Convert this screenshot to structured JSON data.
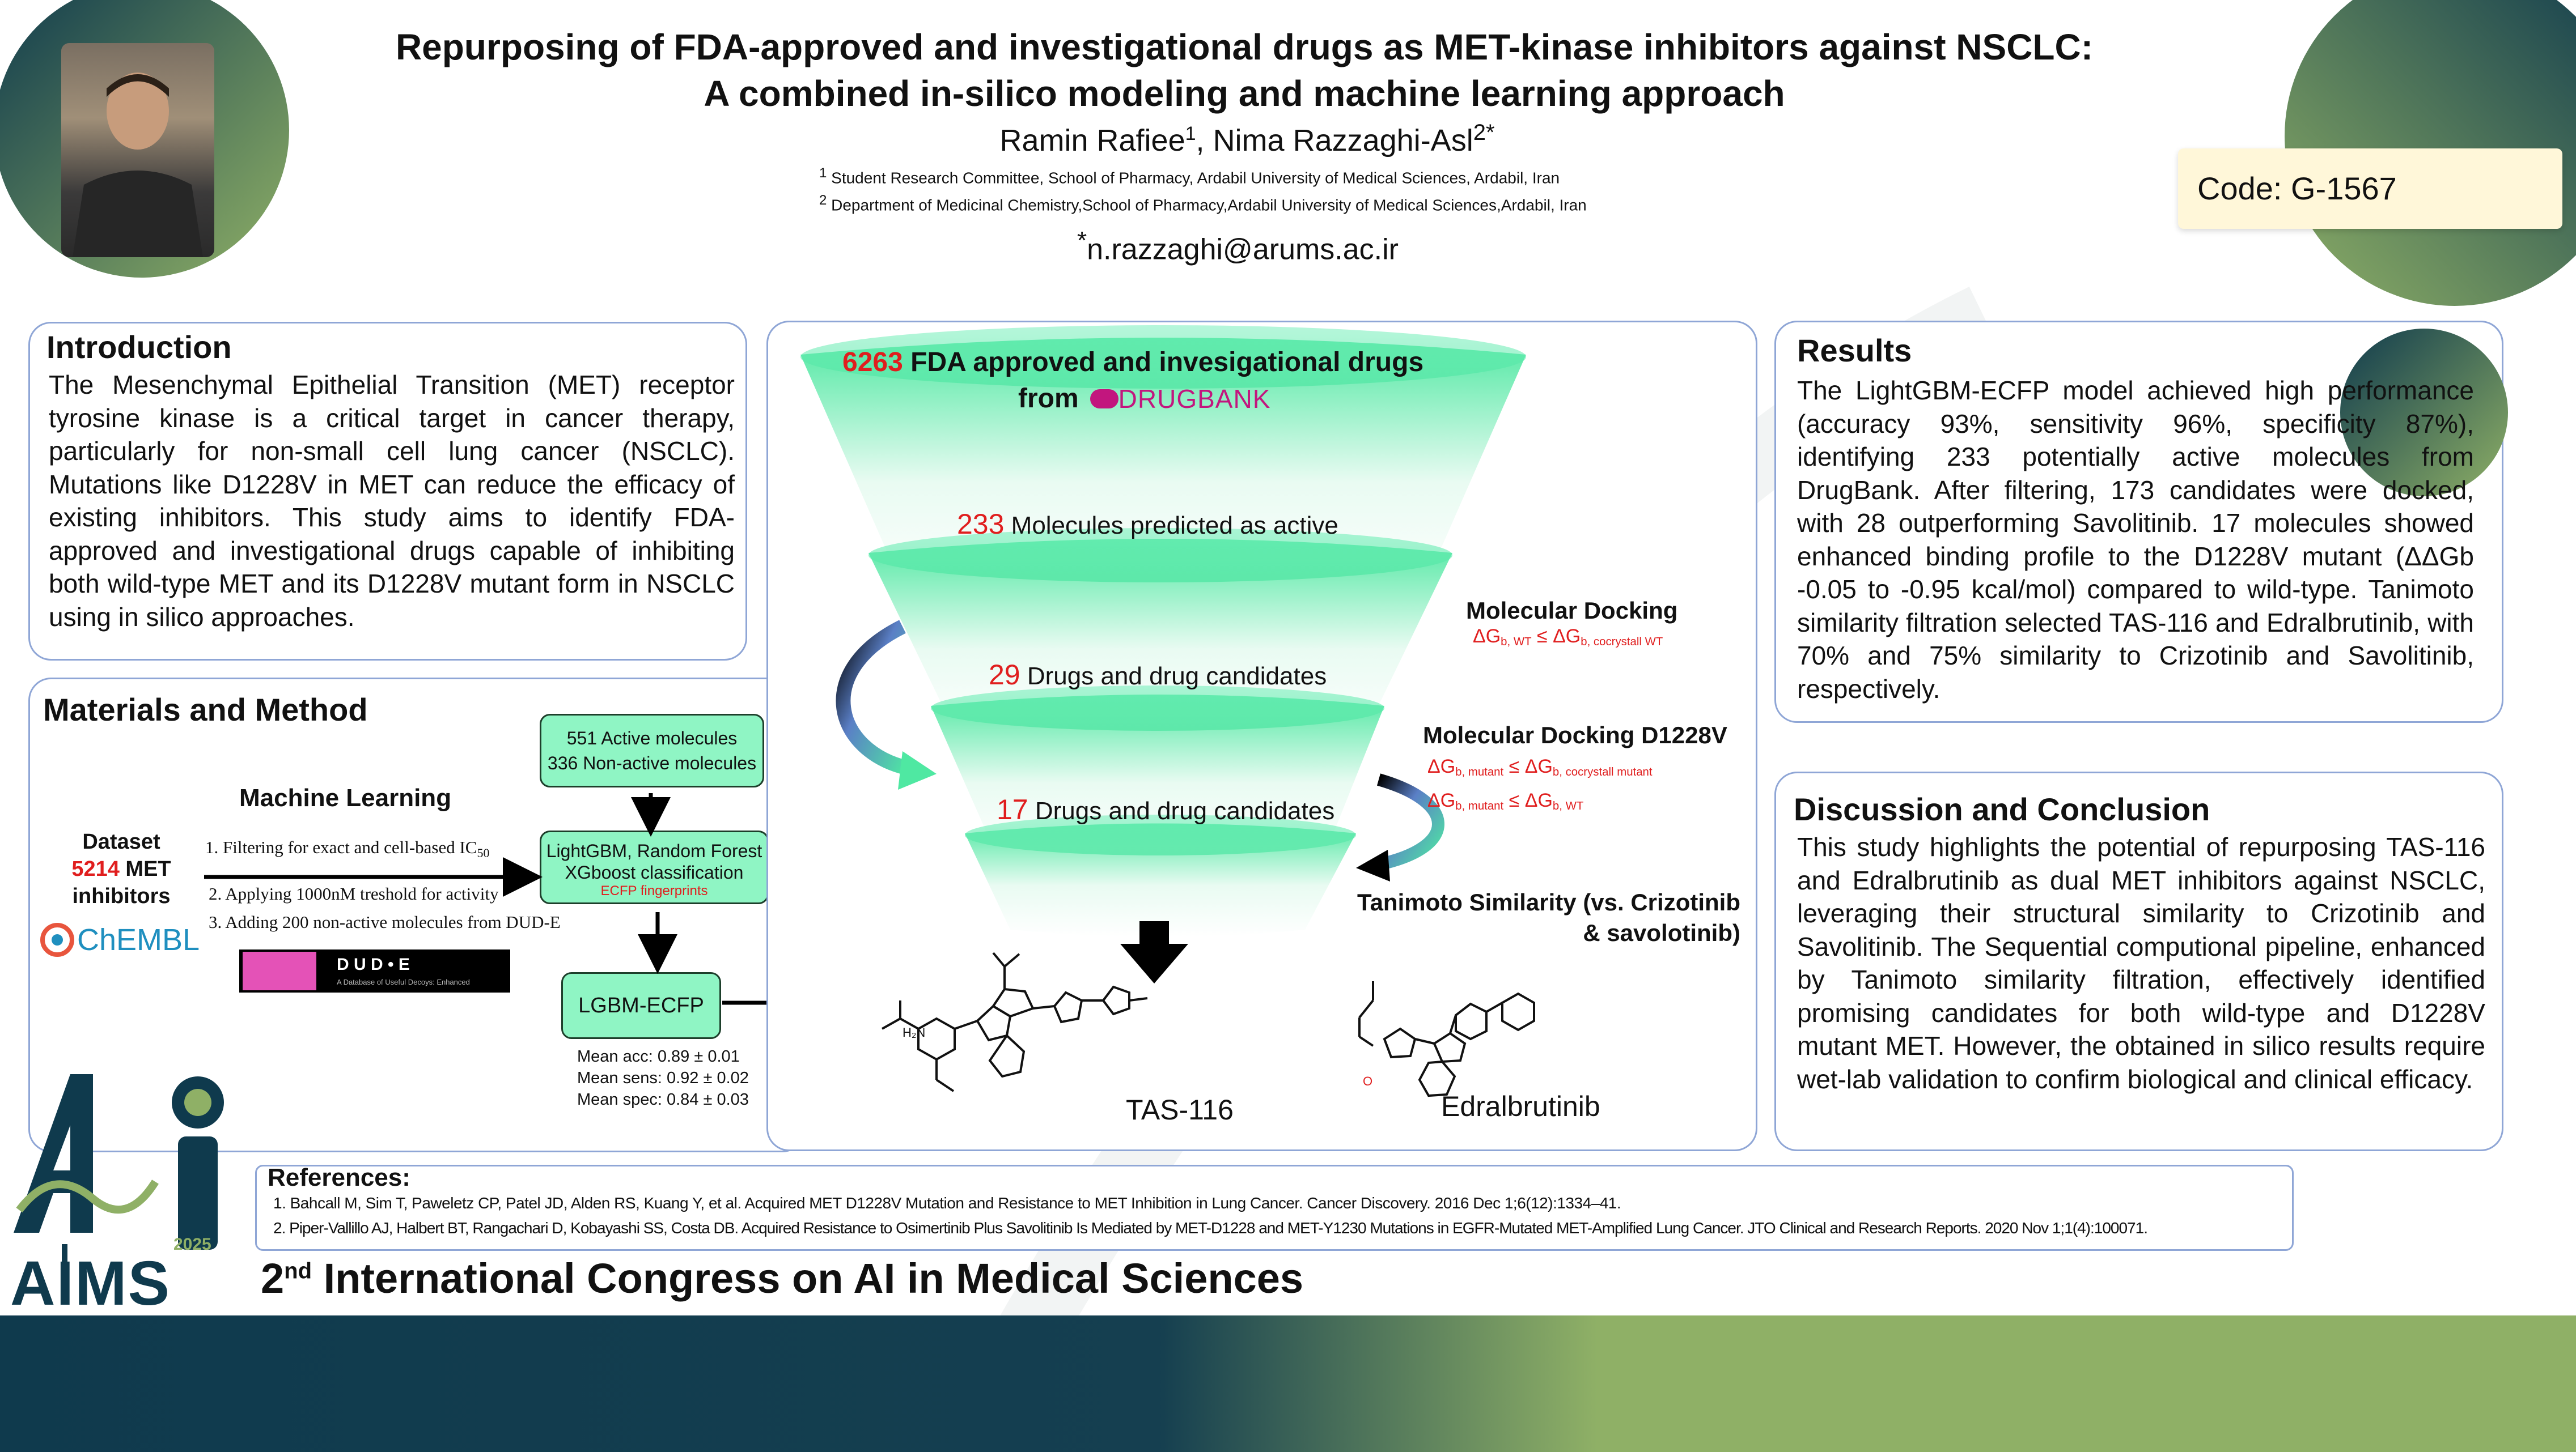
{
  "header": {
    "title_line1": "Repurposing of FDA-approved and investigational drugs as MET-kinase inhibitors against NSCLC:",
    "title_line2": "A combined in-silico modeling and machine learning approach",
    "author1": "Ramin Rafiee",
    "author1_sup": "1",
    "author_sep": ", ",
    "author2": "Nima Razzaghi-Asl",
    "author2_sup": "2*",
    "aff1_num": "1",
    "aff1": "Student Research Committee, School of Pharmacy, Ardabil University of Medical Sciences, Ardabil, Iran",
    "aff2_num": "2",
    "aff2": "Department of Medicinal Chemistry,School of Pharmacy,Ardabil University of Medical Sciences,Ardabil, Iran",
    "email_star": "*",
    "email": "n.razzaghi@arums.ac.ir",
    "code": "Code: G-1567"
  },
  "introduction": {
    "title": "Introduction",
    "text": "The Mesenchymal Epithelial Transition (MET) receptor tyrosine kinase is a critical target in cancer therapy, particularly for non-small cell lung cancer (NSCLC). Mutations like D1228V in MET can reduce the efficacy of existing inhibitors. This study aims to identify FDA-approved and investigational drugs capable of inhibiting both wild-type MET and its D1228V mutant form in NSCLC using in silico approaches."
  },
  "methods": {
    "title": "Materials and Method",
    "ml_title": "Machine Learning",
    "dataset_l1": "Dataset",
    "dataset_num": "5214",
    "dataset_l2_rest": " MET",
    "dataset_l3": "inhibitors",
    "chembl": "ChEMBL",
    "step1": "1. Filtering for exact and cell-based IC",
    "step1_sub": "50",
    "step2": "2. Applying 1000nM treshold for activity",
    "step3": "3. Adding 200 non-active molecules from DUD-E",
    "dude_title": "D U D • E",
    "dude_sub": "A Database of Useful Decoys: Enhanced",
    "box1_l1": "551 Active molecules",
    "box1_l2": "336 Non-active molecules",
    "box2_l1": "LightGBM, Random Forest",
    "box2_l2": "XGboost classification",
    "box2_l3": "ECFP fingerprints",
    "box3": "LGBM-ECFP",
    "metric1": "Mean acc: 0.89 ± 0.01",
    "metric2": "Mean sens: 0.92 ± 0.02",
    "metric3": "Mean spec: 0.84 ± 0.03"
  },
  "funnel": {
    "top_num": "6263",
    "top_text": " FDA approved and invesigational drugs",
    "from": "from",
    "drugbank": "DRUGBANK",
    "l2_num": "233",
    "l2_text": " Molecules predicted as active",
    "l3_num": "29",
    "l3_text": " Drugs and drug candidates",
    "l4_num": "17",
    "l4_text": " Drugs and drug candidates",
    "step_dock": "Molecular Docking",
    "dock_crit": "ΔG",
    "dock_crit_sub1": "b, WT",
    "dock_crit_mid": " ≤ ΔG",
    "dock_crit_sub2": "b, cocrystall WT",
    "step_dock2": "Molecular Docking D1228V",
    "dock2_crit1_a": "ΔG",
    "dock2_crit1_sub1": "b, mutant",
    "dock2_crit1_mid": " ≤ ΔG",
    "dock2_crit1_sub2": "b, cocrystall mutant",
    "dock2_crit2_a": "ΔG",
    "dock2_crit2_sub1": "b, mutant",
    "dock2_crit2_mid": " ≤ ΔG",
    "dock2_crit2_sub2": "b, WT",
    "step_tanimoto_l1": "Tanimoto Similarity (vs. Crizotinib",
    "step_tanimoto_l2": "& savolotinib)",
    "mol1": "TAS-116",
    "mol2": "Edralbrutinib"
  },
  "results": {
    "title": "Results",
    "text": "The LightGBM-ECFP model achieved high performance (accuracy 93%, sensitivity 96%, specificity 87%), identifying 233 potentially active molecules from DrugBank. After filtering, 173 candidates were docked, with 28 outperforming Savolitinib. 17 molecules showed enhanced binding profile to the D1228V mutant (ΔΔGb -0.05 to -0.95 kcal/mol) compared to wild-type. Tanimoto similarity filtration selected TAS-116 and Edralbrutinib, with 70% and 75% similarity to Crizotinib and Savolitinib, respectively."
  },
  "discussion": {
    "title": "Discussion and Conclusion",
    "text": "This study highlights the potential of repurposing TAS-116 and Edralbrutinib as dual MET inhibitors against NSCLC, leveraging their structural similarity to Crizotinib and Savolitinib. The Sequential computional pipeline, enhanced by Tanimoto similarity filtration, effectively identified promising candidates for both wild-type and D1228V mutant MET. However, the obtained in silico results require wet-lab validation to confirm biological and clinical efficacy."
  },
  "references": {
    "title": "References:",
    "ref1": "1. Bahcall M, Sim T, Paweletz CP, Patel JD, Alden RS, Kuang Y, et al. Acquired MET D1228V Mutation and Resistance to MET Inhibition in Lung Cancer. Cancer Discovery. 2016 Dec 1;6(12):1334–41.",
    "ref2": "2. Piper-Vallillo AJ, Halbert BT, Rangachari D, Kobayashi SS, Costa DB. Acquired Resistance to Osimertinib Plus Savolitinib Is Mediated by MET-D1228 and MET-Y1230 Mutations in EGFR-Mutated MET-Amplified Lung Cancer. JTO Clinical and Research Reports. 2020 Nov 1;1(4):100071."
  },
  "footer": {
    "congress_pre": "2",
    "congress_sup": "nd",
    "congress_rest": " International Congress on AI in Medical Sciences",
    "logo_aims": "AIMS",
    "logo_year": "2025"
  },
  "colors": {
    "accent_red": "#e01e1e",
    "mint": "#8ff5c4",
    "panel_border": "#8fa6d6",
    "footer_dark": "#0f3a4d",
    "footer_green": "#8fb066"
  },
  "icons": [
    "author-photo",
    "chembl-logo",
    "dude-logo",
    "drugbank-logo",
    "aims-logo",
    "down-arrow-icon",
    "curved-arrow-icon"
  ]
}
